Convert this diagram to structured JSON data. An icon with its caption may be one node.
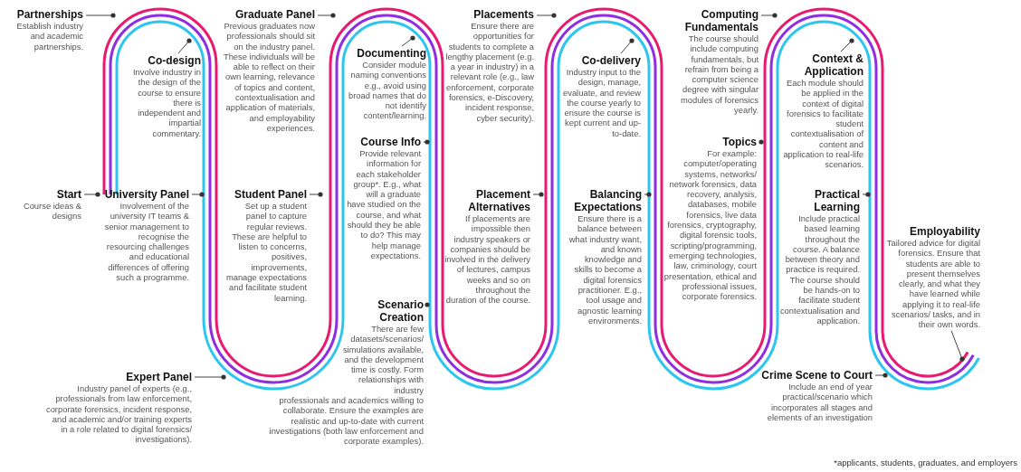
{
  "diagram": {
    "nodes": [
      {
        "text": [
          "Partnerships",
          "Establish industry and academic partnerships."
        ]
      },
      {
        "text": [
          "Co-design",
          "Involve industry in the design of the course to ensure there is independent and impartial commentary."
        ]
      },
      {
        "text": [
          "Graduate Panel",
          "Previous graduates now professionals should sit on the industry panel. These individuals will be able to reflect on their own learning, relevance of topics and content, contextualisation and application of materials, and employability experiences."
        ]
      },
      {
        "text": [
          "Documenting",
          "Consider module naming conventions e.g., avoid using broad names that do not identify content/learning."
        ]
      },
      {
        "text": [
          "Placements",
          "Ensure there are opportunities for students to complete a lengthy placement (e.g. a year in industry) in a relevant role (e.g., law enforcement, corporate forensics, e-Discovery, incident response, cyber security)."
        ]
      },
      {
        "text": [
          "Co-delivery",
          "Industry input to the design, manage, evaluate, and review the course yearly to ensure the course is kept current and up-to-date."
        ]
      },
      {
        "text": [
          "Computing Fundamentals",
          "The course should include computing fundamentals, but refrain from being a computer science degree with singular modules of forensics yearly."
        ]
      },
      {
        "text": [
          "Context & Application",
          "Each module should be applied in the context of digital forensics to facilitate student contextualisation of content and application to real-life scenarios."
        ]
      },
      {
        "text": [
          "Start",
          "Course ideas & designs"
        ]
      },
      {
        "text": [
          "University Panel",
          "Involvement of the university IT teams & senior management to recognise the resourcing challenges and educational differences of offering such a programme."
        ]
      },
      {
        "text": [
          "Student Panel",
          "Set up a student panel to capture regular reviews. These are helpful to listen to concerns, positives, improvements, manage expectations and facilitate student learning."
        ]
      },
      {
        "text": [
          "Course Info",
          "Provide relevant information for each stakeholder group*. E.g., what will a graduate have studied on the course, and what should they be able to do? This may help manage expectations."
        ]
      },
      {
        "text": [
          "Placement Alternatives",
          "If placements are impossible then industry speakers or companies should be involved in the delivery of lectures, campus weeks and so on throughout the duration of the course."
        ]
      },
      {
        "text": [
          "Balancing Expectations",
          "Ensure there is a balance between what industry want, and known knowledge and skills to become a digital forensics practitioner. E.g., tool usage and agnostic learning environments."
        ]
      },
      {
        "text": [
          "Topics",
          "For example: computer/operating systems, networks/ network forensics, data recovery, analysis, databases, mobile forensics, live data forensics, cryptography, digital forensic tools, scripting/programming, emerging technologies, law, criminology, court presentation, ethical and professional issues, corporate forensics."
        ]
      },
      {
        "text": [
          "Practical Learning",
          "Include practical based learning throughout the course. A balance between theory and practice is required. The course should be hands-on to facilitate student contextualisation and application."
        ]
      },
      {
        "text": [
          "Employability",
          "Tailored advice for digital forensics. Ensure that students are able to present themselves clearly, and what they have learned while applying it to real-life scenarios/ tasks, and in their own words."
        ]
      },
      {
        "text": [
          "Scenario Creation",
          "There are few datasets/scenarios/ simulations available, and the development time is costly. Form relationships with industry professionals and academics willing to collaborate. Ensure the examples are realistic and up-to-date with current investigations (both law enforcement and corporate examples)."
        ]
      },
      {
        "text": [
          "Expert Panel",
          "Industry panel of experts (e.g., professionals from law enforcement, corporate forensics, incident response, and academic and/or training experts in a role related to digital forensics/ investigations)."
        ]
      },
      {
        "text": [
          "Crime Scene to Court",
          "Include an end of year practical/scenario which incorporates all stages and elements of an investigation"
        ]
      }
    ],
    "edges": [
      {
        "from": 0,
        "to": null,
        "arrow": "other"
      },
      {
        "from": 1,
        "to": null,
        "arrow": "other"
      },
      {
        "from": 2,
        "to": null,
        "arrow": "other"
      },
      {
        "from": 3,
        "to": null,
        "arrow": "other"
      },
      {
        "from": 4,
        "to": null,
        "arrow": "other"
      },
      {
        "from": 5,
        "to": null,
        "arrow": "other"
      },
      {
        "from": 6,
        "to": null,
        "arrow": "other"
      },
      {
        "from": 7,
        "to": null,
        "arrow": "other"
      },
      {
        "from": 8,
        "to": null,
        "arrow": "other"
      },
      {
        "from": 9,
        "to": null,
        "arrow": "other"
      },
      {
        "from": 10,
        "to": null,
        "arrow": "other"
      },
      {
        "from": 11,
        "to": null,
        "arrow": "other"
      },
      {
        "from": 12,
        "to": null,
        "arrow": "other"
      },
      {
        "from": 13,
        "to": null,
        "arrow": "other"
      },
      {
        "from": 14,
        "to": null,
        "arrow": "other"
      },
      {
        "from": 15,
        "to": null,
        "arrow": "other"
      },
      {
        "from": 16,
        "to": null,
        "arrow": "other"
      },
      {
        "from": 17,
        "to": null,
        "arrow": "other"
      },
      {
        "from": 18,
        "to": null,
        "arrow": "other"
      },
      {
        "from": 19,
        "to": null,
        "arrow": "other"
      }
    ],
    "labels": [
      "*applicants, students, graduates, and employers"
    ]
  }
}
